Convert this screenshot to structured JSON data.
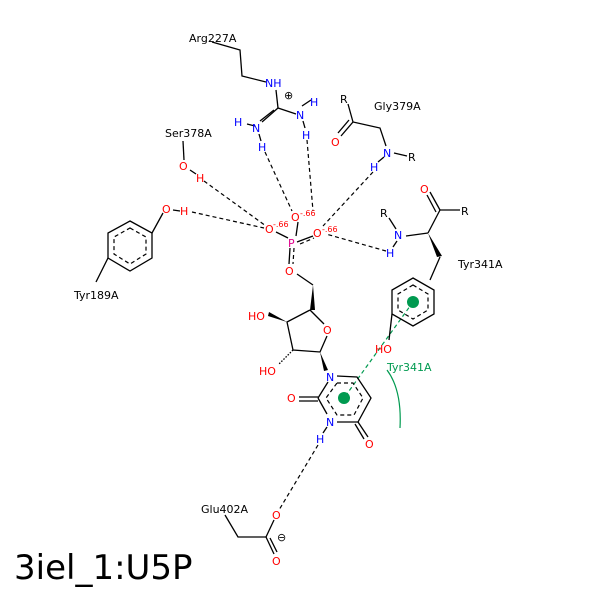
{
  "title": "3iel_1:U5P",
  "residues": {
    "arg227": "Arg227A",
    "gly379": "Gly379A",
    "ser378": "Ser378A",
    "tyr189": "Tyr189A",
    "tyr341": "Tyr341A",
    "tyr341_pi": "Tyr341A",
    "glu402": "Glu402A"
  },
  "atoms": {
    "O": "O",
    "N": "N",
    "H": "H",
    "P": "P",
    "R": "R",
    "NH": "NH",
    "HO": "HO",
    "charge_partial": "-.66",
    "plus": "⊕",
    "minus": "⊖"
  },
  "colors": {
    "oxygen": "#ff0000",
    "nitrogen": "#0000ff",
    "phosphorus": "#e0008c",
    "pi_stack": "#009a50"
  }
}
